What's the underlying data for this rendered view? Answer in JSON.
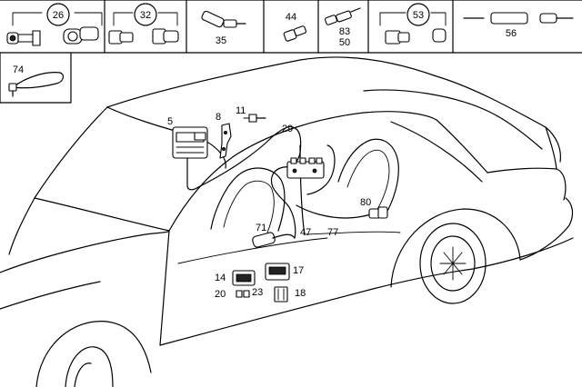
{
  "legend_boxes": [
    {
      "id": "box-26",
      "number": "26",
      "circled": true
    },
    {
      "id": "box-32",
      "number": "32",
      "circled": true
    },
    {
      "id": "box-35",
      "number": "35",
      "circled": false
    },
    {
      "id": "box-44",
      "number": "44",
      "circled": false
    },
    {
      "id": "box-83-50",
      "number": "83",
      "number2": "50",
      "circled": false
    },
    {
      "id": "box-53",
      "number": "53",
      "circled": true
    },
    {
      "id": "box-56",
      "number": "56",
      "circled": false
    },
    {
      "id": "box-74",
      "number": "74",
      "circled": false
    }
  ],
  "callouts": {
    "c5": "5",
    "c8": "8",
    "c11": "11",
    "c29": "29",
    "c80": "80",
    "c71": "71",
    "c47": "47",
    "c77": "77",
    "c14": "14",
    "c17": "17",
    "c20": "20",
    "c23": "23",
    "c18": "18"
  }
}
